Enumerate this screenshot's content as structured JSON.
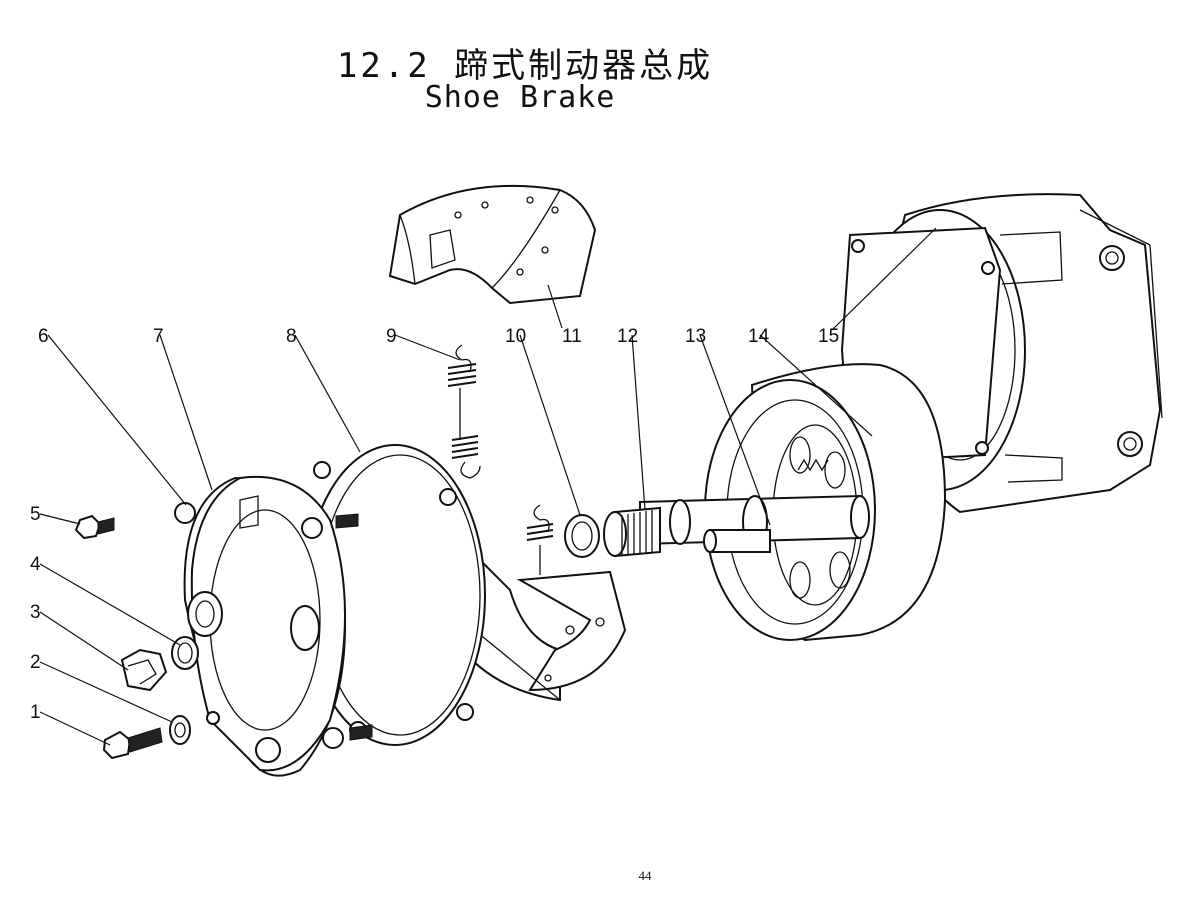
{
  "title": {
    "cn": "12.2 蹄式制动器总成",
    "en": "Shoe Brake"
  },
  "callouts": [
    "1",
    "2",
    "3",
    "4",
    "5",
    "6",
    "7",
    "8",
    "9",
    "10",
    "11",
    "12",
    "13",
    "14",
    "15"
  ],
  "page_number": "44"
}
